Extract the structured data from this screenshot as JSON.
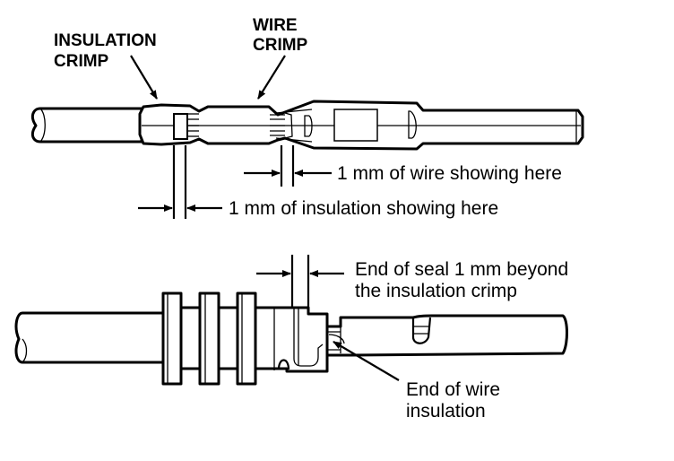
{
  "title": "Terminal crimp inspection diagram",
  "colors": {
    "ink": "#000000",
    "background": "#ffffff"
  },
  "top_view": {
    "callouts": {
      "insulation_crimp": [
        "INSULATION",
        "CRIMP"
      ],
      "wire_crimp": [
        "WIRE",
        "CRIMP"
      ]
    },
    "dimensions": {
      "wire_showing": "1 mm of wire showing here",
      "insulation_showing": "1 mm of insulation showing here"
    }
  },
  "bottom_view": {
    "dimensions": {
      "seal_position": [
        "End of seal 1 mm beyond",
        "the insulation crimp"
      ]
    },
    "callouts": {
      "wire_insulation_end": [
        "End of wire",
        "insulation"
      ]
    }
  }
}
